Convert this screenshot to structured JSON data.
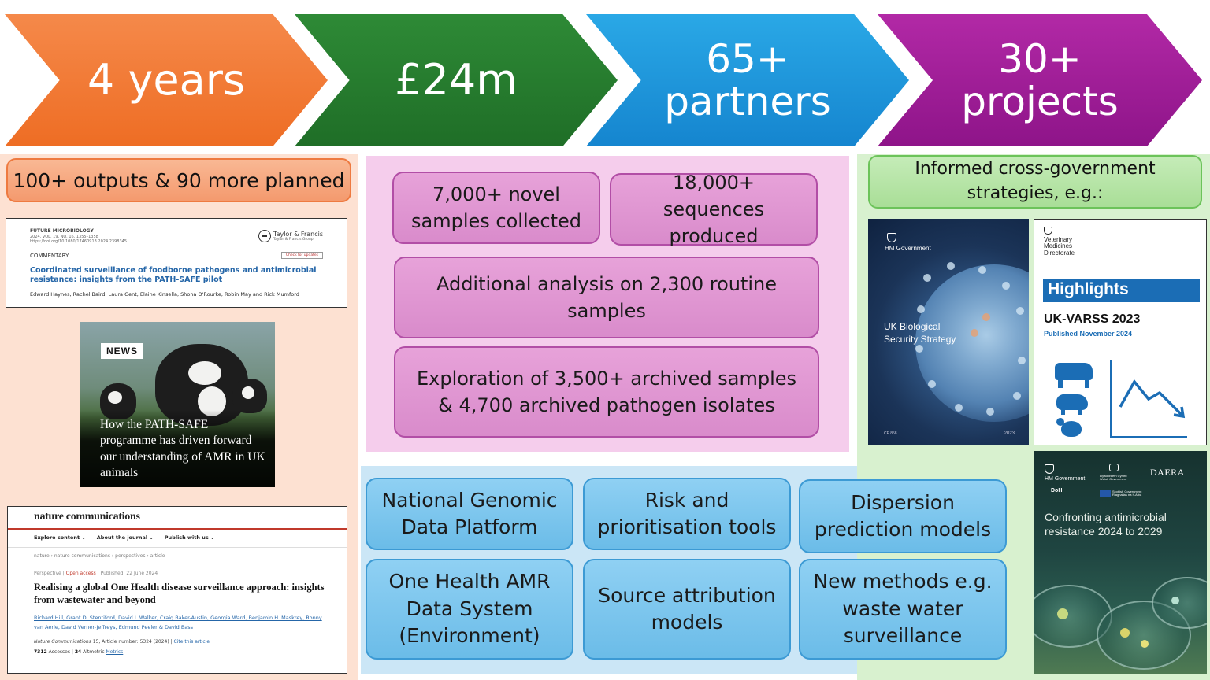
{
  "chevrons": [
    {
      "line1": "4 years",
      "line2": ""
    },
    {
      "line1": "£24m",
      "line2": ""
    },
    {
      "line1": "65+",
      "line2": "partners"
    },
    {
      "line1": "30+",
      "line2": "projects"
    }
  ],
  "left": {
    "outputs_label": "100+ outputs & 90 more planned",
    "paper1": {
      "journal": "FUTURE MICROBIOLOGY",
      "volume": "2024, VOL. 19, NO. 16, 1355–1358",
      "doi": "https://doi.org/10.1080/17460913.2024.2398345",
      "publisher": "Taylor & Francis",
      "publisher_sub": "Taylor & Francis Group",
      "updates": "Check for updates",
      "article_type": "COMMENTARY",
      "title": "Coordinated surveillance of foodborne pathogens and antimicrobial resistance: insights from the PATH-SAFE pilot",
      "authors": "Edward Haynes, Rachel Baird, Laura Gent, Elaine Kinsella, Shona O'Rourke, Robin May and Rick Mumford"
    },
    "news": {
      "tag": "NEWS",
      "headline": "How the PATH-SAFE programme has driven forward our understanding of AMR in UK animals"
    },
    "paper2": {
      "brand": "nature communications",
      "nav": [
        "Explore content ⌄",
        "About the journal ⌄",
        "Publish with us ⌄"
      ],
      "breadcrumb": "nature  ›  nature communications  ›  perspectives  ›  article",
      "type": "Perspective",
      "access": "Open access",
      "published": "Published: 22 June 2024",
      "title": "Realising a global One Health disease surveillance approach: insights from wastewater and beyond",
      "authors": "Richard Hill, Grant D. Stentiford, David I. Walker, Craig Baker-Austin, Georgia Ward, Benjamin H. Maskrey, Ronny van Aerle, David Verner-Jeffreys, Edmund Peeler & David Bass",
      "journal": "Nature Communications",
      "citation": " 15, Article number: 5324 (2024)",
      "cite_link": "Cite this article",
      "accesses": "7312",
      "accesses_label": "Accesses",
      "altmetric": "24",
      "altmetric_label": "Altmetric",
      "metrics_link": "Metrics"
    }
  },
  "middle": {
    "samples": "7,000+ novel samples collected",
    "sequences": "18,000+ sequences produced",
    "analysis": "Additional analysis on 2,300 routine samples",
    "exploration": "Exploration of 3,500+ archived samples & 4,700 archived pathogen isolates",
    "tools": [
      "National Genomic Data Platform",
      "Risk and prioritisation tools",
      "Dispersion prediction models",
      "One Health AMR Data System (Environment)",
      "Source attribution models",
      "New methods e.g. waste water surveillance"
    ]
  },
  "right": {
    "strategies_label": "Informed cross-government strategies, e.g.:",
    "uk_strategy": {
      "gov": "HM Government",
      "title": "UK Biological Security Strategy",
      "cp": "CP 858",
      "year": "2023"
    },
    "varss": {
      "org": "Veterinary Medicines Directorate",
      "highlights": "Highlights",
      "title": "UK-VARSS 2023",
      "published": "Published November 2024"
    },
    "amr": {
      "gov": "HM Government",
      "daera": "DAERA",
      "doh": "DoH",
      "welsh": "Llywodraeth Cymru Welsh Government",
      "scottish": "Scottish Government Riaghaltas na h-Alba",
      "title": "Confronting antimicrobial resistance 2024 to 2029"
    }
  },
  "colors": {
    "orange": "#ee6d24",
    "green": "#1f6e27",
    "blue": "#1585cf",
    "purple": "#8e1489"
  }
}
